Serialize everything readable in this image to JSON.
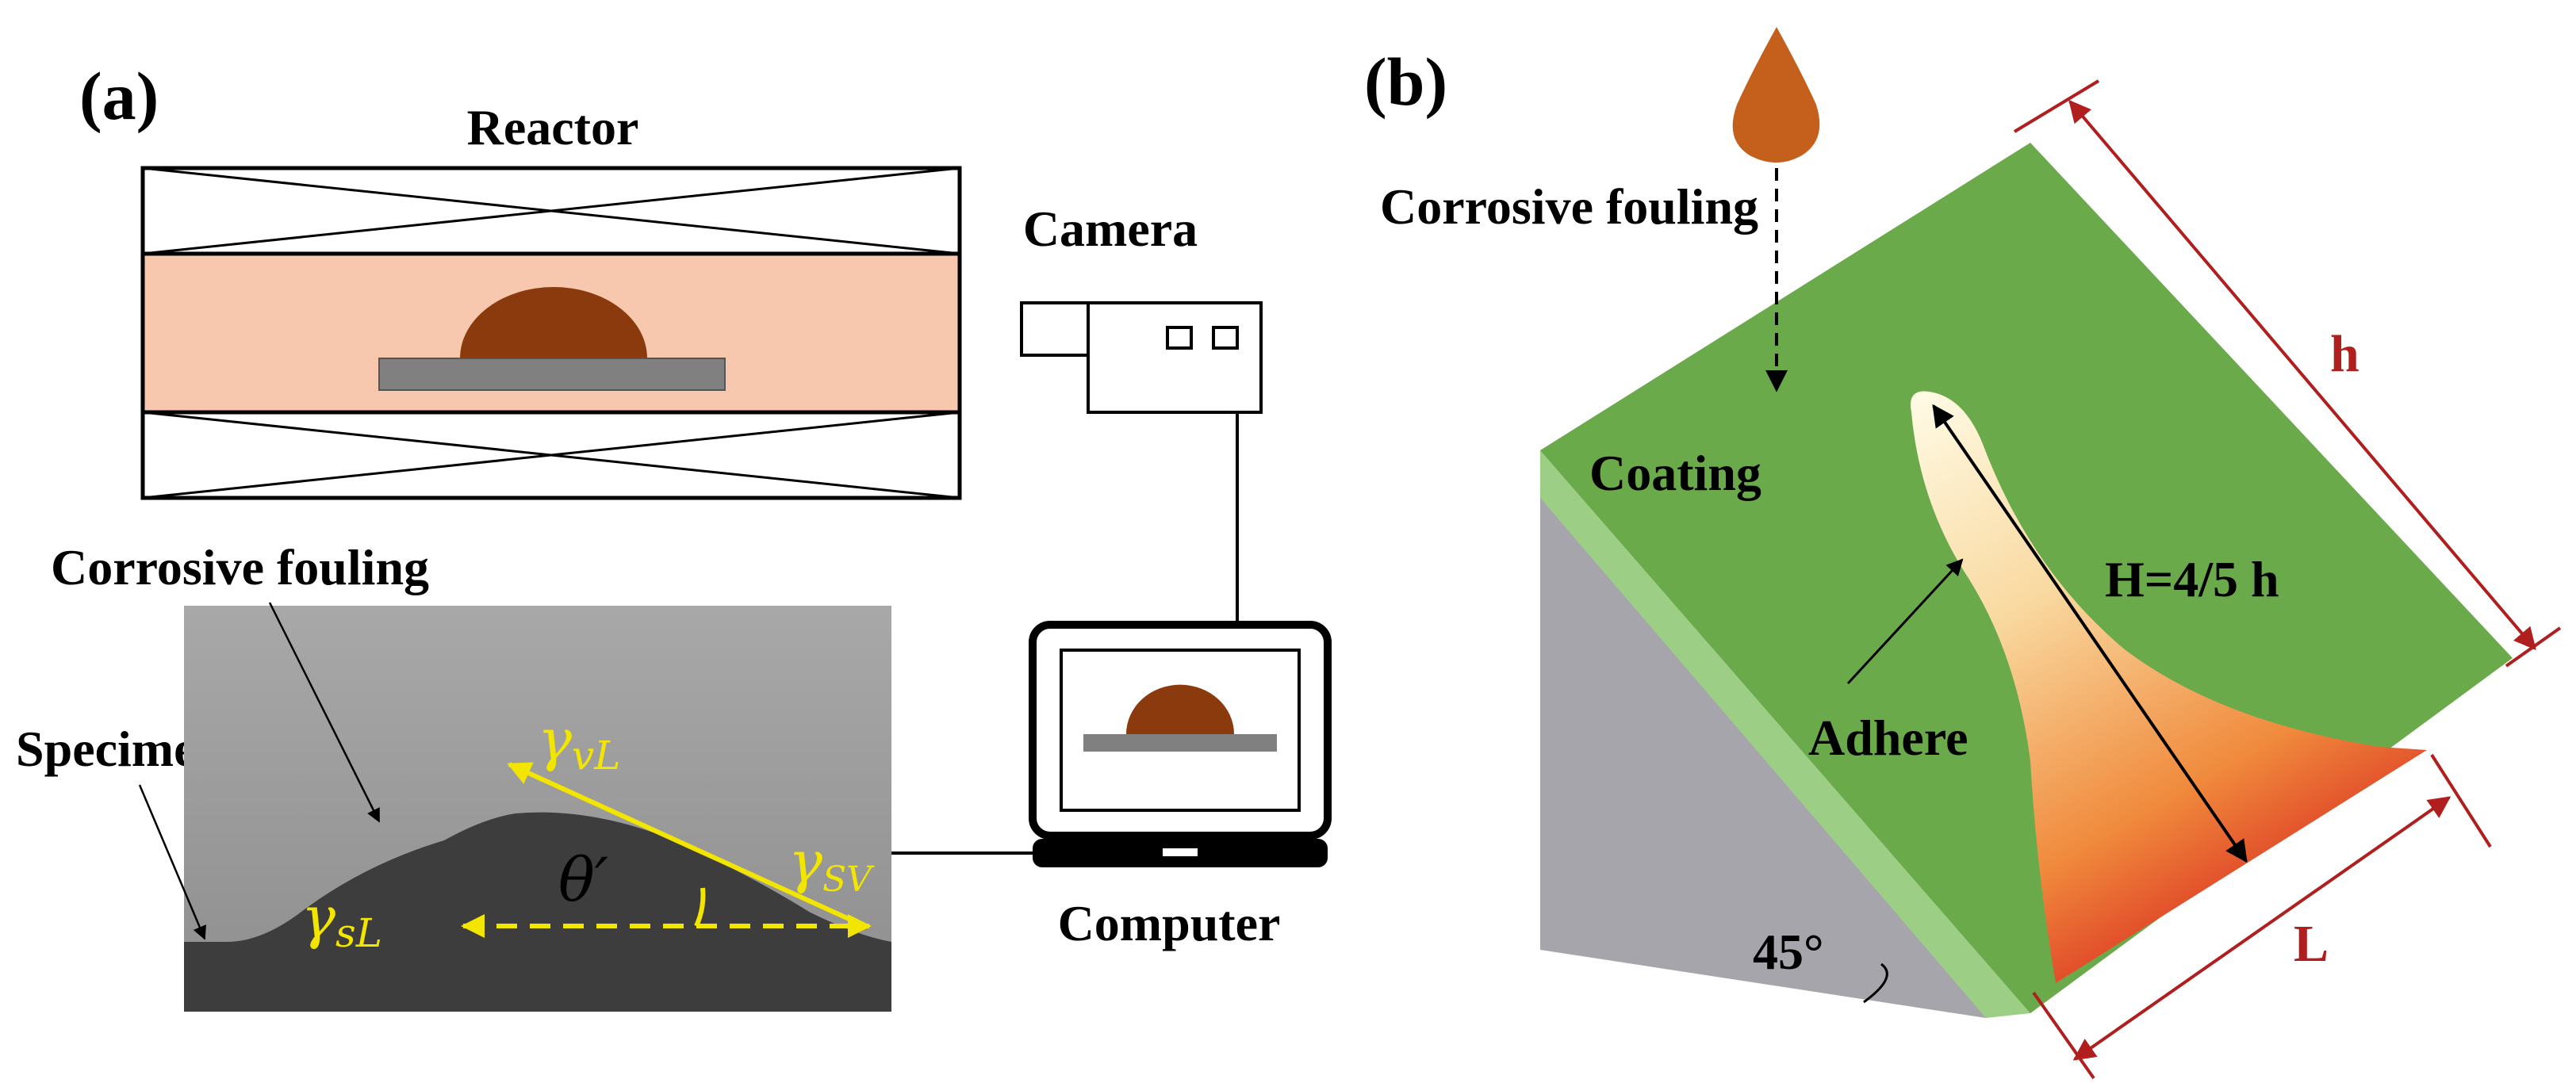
{
  "panel_a": {
    "label": "(a)",
    "reactor_label": "Reactor",
    "camera_label": "Camera",
    "computer_label": "Computer",
    "fouling_label": "Corrosive fouling",
    "specimen_label": "Specimen",
    "symbols": {
      "gamma_vl_main": "γ",
      "gamma_vl_sub": "vL",
      "gamma_sv_main": "γ",
      "gamma_sv_sub": "SV",
      "gamma_sl_main": "γ",
      "gamma_sl_sub": "sL",
      "theta": "θ′"
    }
  },
  "panel_b": {
    "label": "(b)",
    "fouling_label": "Corrosive fouling",
    "coating_label": "Coating",
    "adhere_label": "Adhere",
    "height_label": "H=4/5 h",
    "h_label": "h",
    "l_label": "L",
    "angle_label": "45°"
  },
  "colors": {
    "reactor_band": "#f7c8ad",
    "droplet": "#8b3a0e",
    "substrate_gray": "#808080",
    "coating_green": "#6aaa4a",
    "coating_edge": "#9ccf85",
    "fouling_drop": "#c4601c",
    "dimension_red": "#b01e1e",
    "symbol_yellow": "#f2e500"
  },
  "icons": [
    "camera-icon",
    "laptop-computer-icon",
    "droplet-icon"
  ]
}
